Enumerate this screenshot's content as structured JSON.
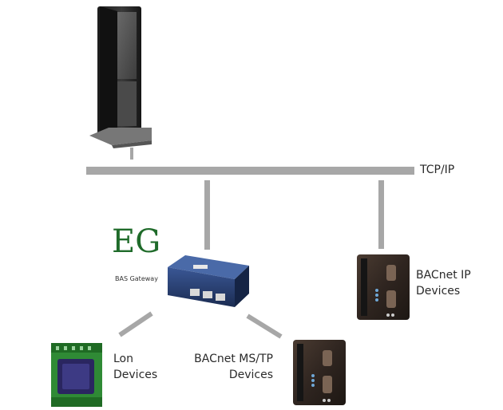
{
  "network": {
    "backbone_label": "TCP/IP"
  },
  "gateway": {
    "logo_text": "EG",
    "caption": "BAS Gateway"
  },
  "devices": {
    "bacnet_ip": {
      "line1": "BACnet IP",
      "line2": "Devices"
    },
    "lon": {
      "line1": "Lon",
      "line2": "Devices"
    },
    "bacnet_mstp": {
      "line1": "BACnet MS/TP",
      "line2": "Devices"
    }
  },
  "colors": {
    "connector": "#a7a7a7",
    "kiosk_body": "#2b2b2b",
    "controller_body": "#3a2e26",
    "gateway_body": "#243a66",
    "lon_body": "#2f8a35",
    "logo_green": "#1f6b2a"
  }
}
